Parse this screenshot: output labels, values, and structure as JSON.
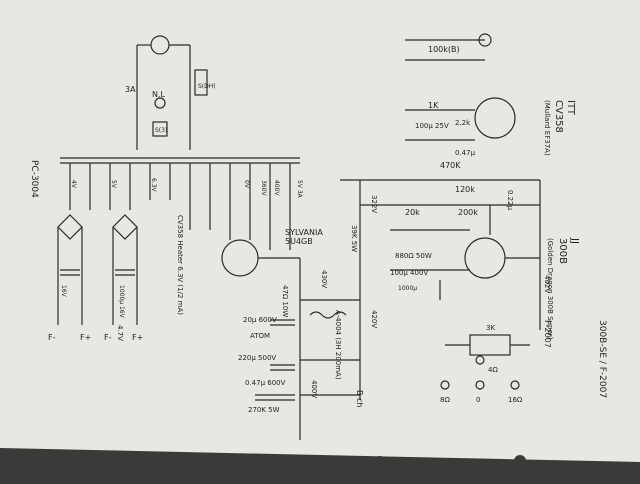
{
  "paper_label": "PC-3004",
  "signature": "300B-SE / F-2007",
  "labels": {
    "fuse": "3A",
    "neon": "N.L",
    "sw": "S(DH)",
    "sw2": "S(3)",
    "r100k": "100k(B)",
    "r1k": "1K",
    "cap_in": "100μ 25V",
    "r22k": "2.2k",
    "c047": "0.47μ",
    "r470k": "470K",
    "r120k": "120k",
    "c022": "0.22μ",
    "v1_name": "ITT",
    "v1_type": "CV358",
    "v1_alt": "(Mullard EF37A)",
    "v2_name": "JJ",
    "v2_type": "300B",
    "v2_alt": "(Golden Dragon 300B Super)",
    "r20k": "20k",
    "r200k": "200k",
    "r880": "880Ω 50W",
    "c100u400": "100μ 400V",
    "c1000u": "1000μ",
    "rect_tube": "CV358 Heater 6.3V (1/2 mA)",
    "sylvania": "SYLVANIA",
    "rect_type": "5U4GB",
    "v322": "322V",
    "v430": "430V",
    "v420": "420V",
    "v400": "400V",
    "v402": "402V",
    "r47": "47Ω 10W",
    "r39k": "39K 5W",
    "c20u": "20μ 600V",
    "atom": "ATOM",
    "choke": "A-4004 (3H 200mA)",
    "c220": "220μ 500V",
    "c047_600": "0.47μ 600V",
    "r270k": "270K 5W",
    "bch": "B ch",
    "out_tr": "F-2007",
    "r3k": "3K",
    "sp8": "8Ω",
    "sp0": "0",
    "sp4": "4Ω",
    "sp16": "16Ω",
    "tap_4v": "4V",
    "tap_63": "6.3V",
    "tap_5v": "5V",
    "tap_0": "0V",
    "tap_360": "360V",
    "tap_400": "400V",
    "tap_5v3a": "5V 3A",
    "f_minus1": "F-",
    "f_plus1": "F+",
    "f_minus2": "F-",
    "f_plus2": "F+",
    "v47": "4.7V",
    "v16": "16V",
    "c1000_16": "1000μ 16V"
  },
  "colors": {
    "paper": "#e9e7e2",
    "ink": "#2a2a2a",
    "background": "#3a3a38"
  }
}
